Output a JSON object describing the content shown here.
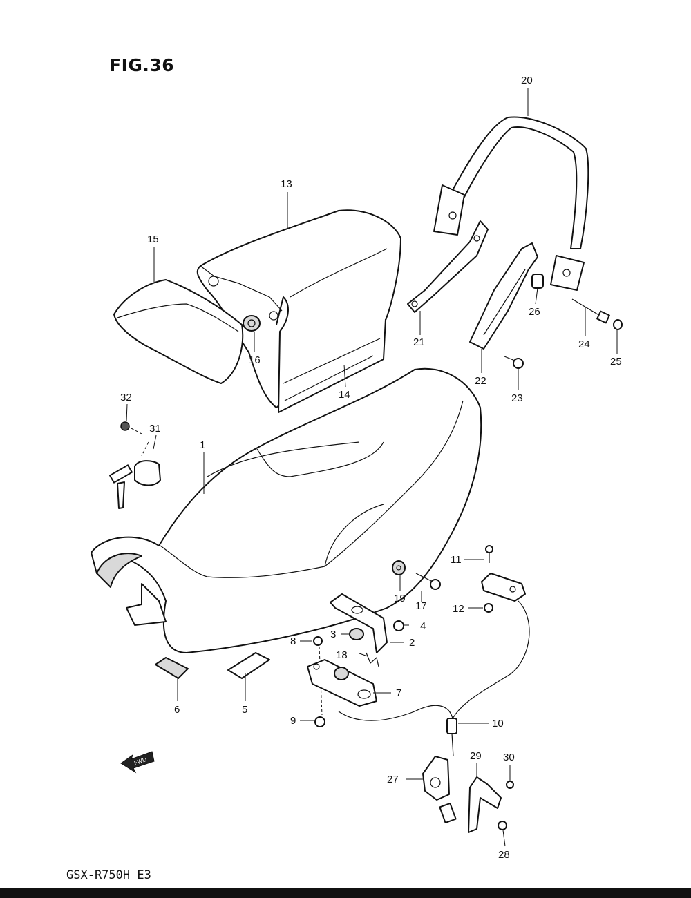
{
  "figure_title": "FIG.36",
  "model_code": "GSX-R750H E3",
  "fwd_label": "FWD",
  "parts": [
    {
      "no": "1"
    },
    {
      "no": "2"
    },
    {
      "no": "3"
    },
    {
      "no": "4"
    },
    {
      "no": "5"
    },
    {
      "no": "6"
    },
    {
      "no": "7"
    },
    {
      "no": "8"
    },
    {
      "no": "9"
    },
    {
      "no": "10"
    },
    {
      "no": "11"
    },
    {
      "no": "12"
    },
    {
      "no": "13"
    },
    {
      "no": "14"
    },
    {
      "no": "15"
    },
    {
      "no": "16"
    },
    {
      "no": "17"
    },
    {
      "no": "18"
    },
    {
      "no": "19"
    },
    {
      "no": "20"
    },
    {
      "no": "21"
    },
    {
      "no": "22"
    },
    {
      "no": "23"
    },
    {
      "no": "24"
    },
    {
      "no": "25"
    },
    {
      "no": "26"
    },
    {
      "no": "27"
    },
    {
      "no": "28"
    },
    {
      "no": "29"
    },
    {
      "no": "30"
    },
    {
      "no": "31"
    },
    {
      "no": "32"
    }
  ]
}
